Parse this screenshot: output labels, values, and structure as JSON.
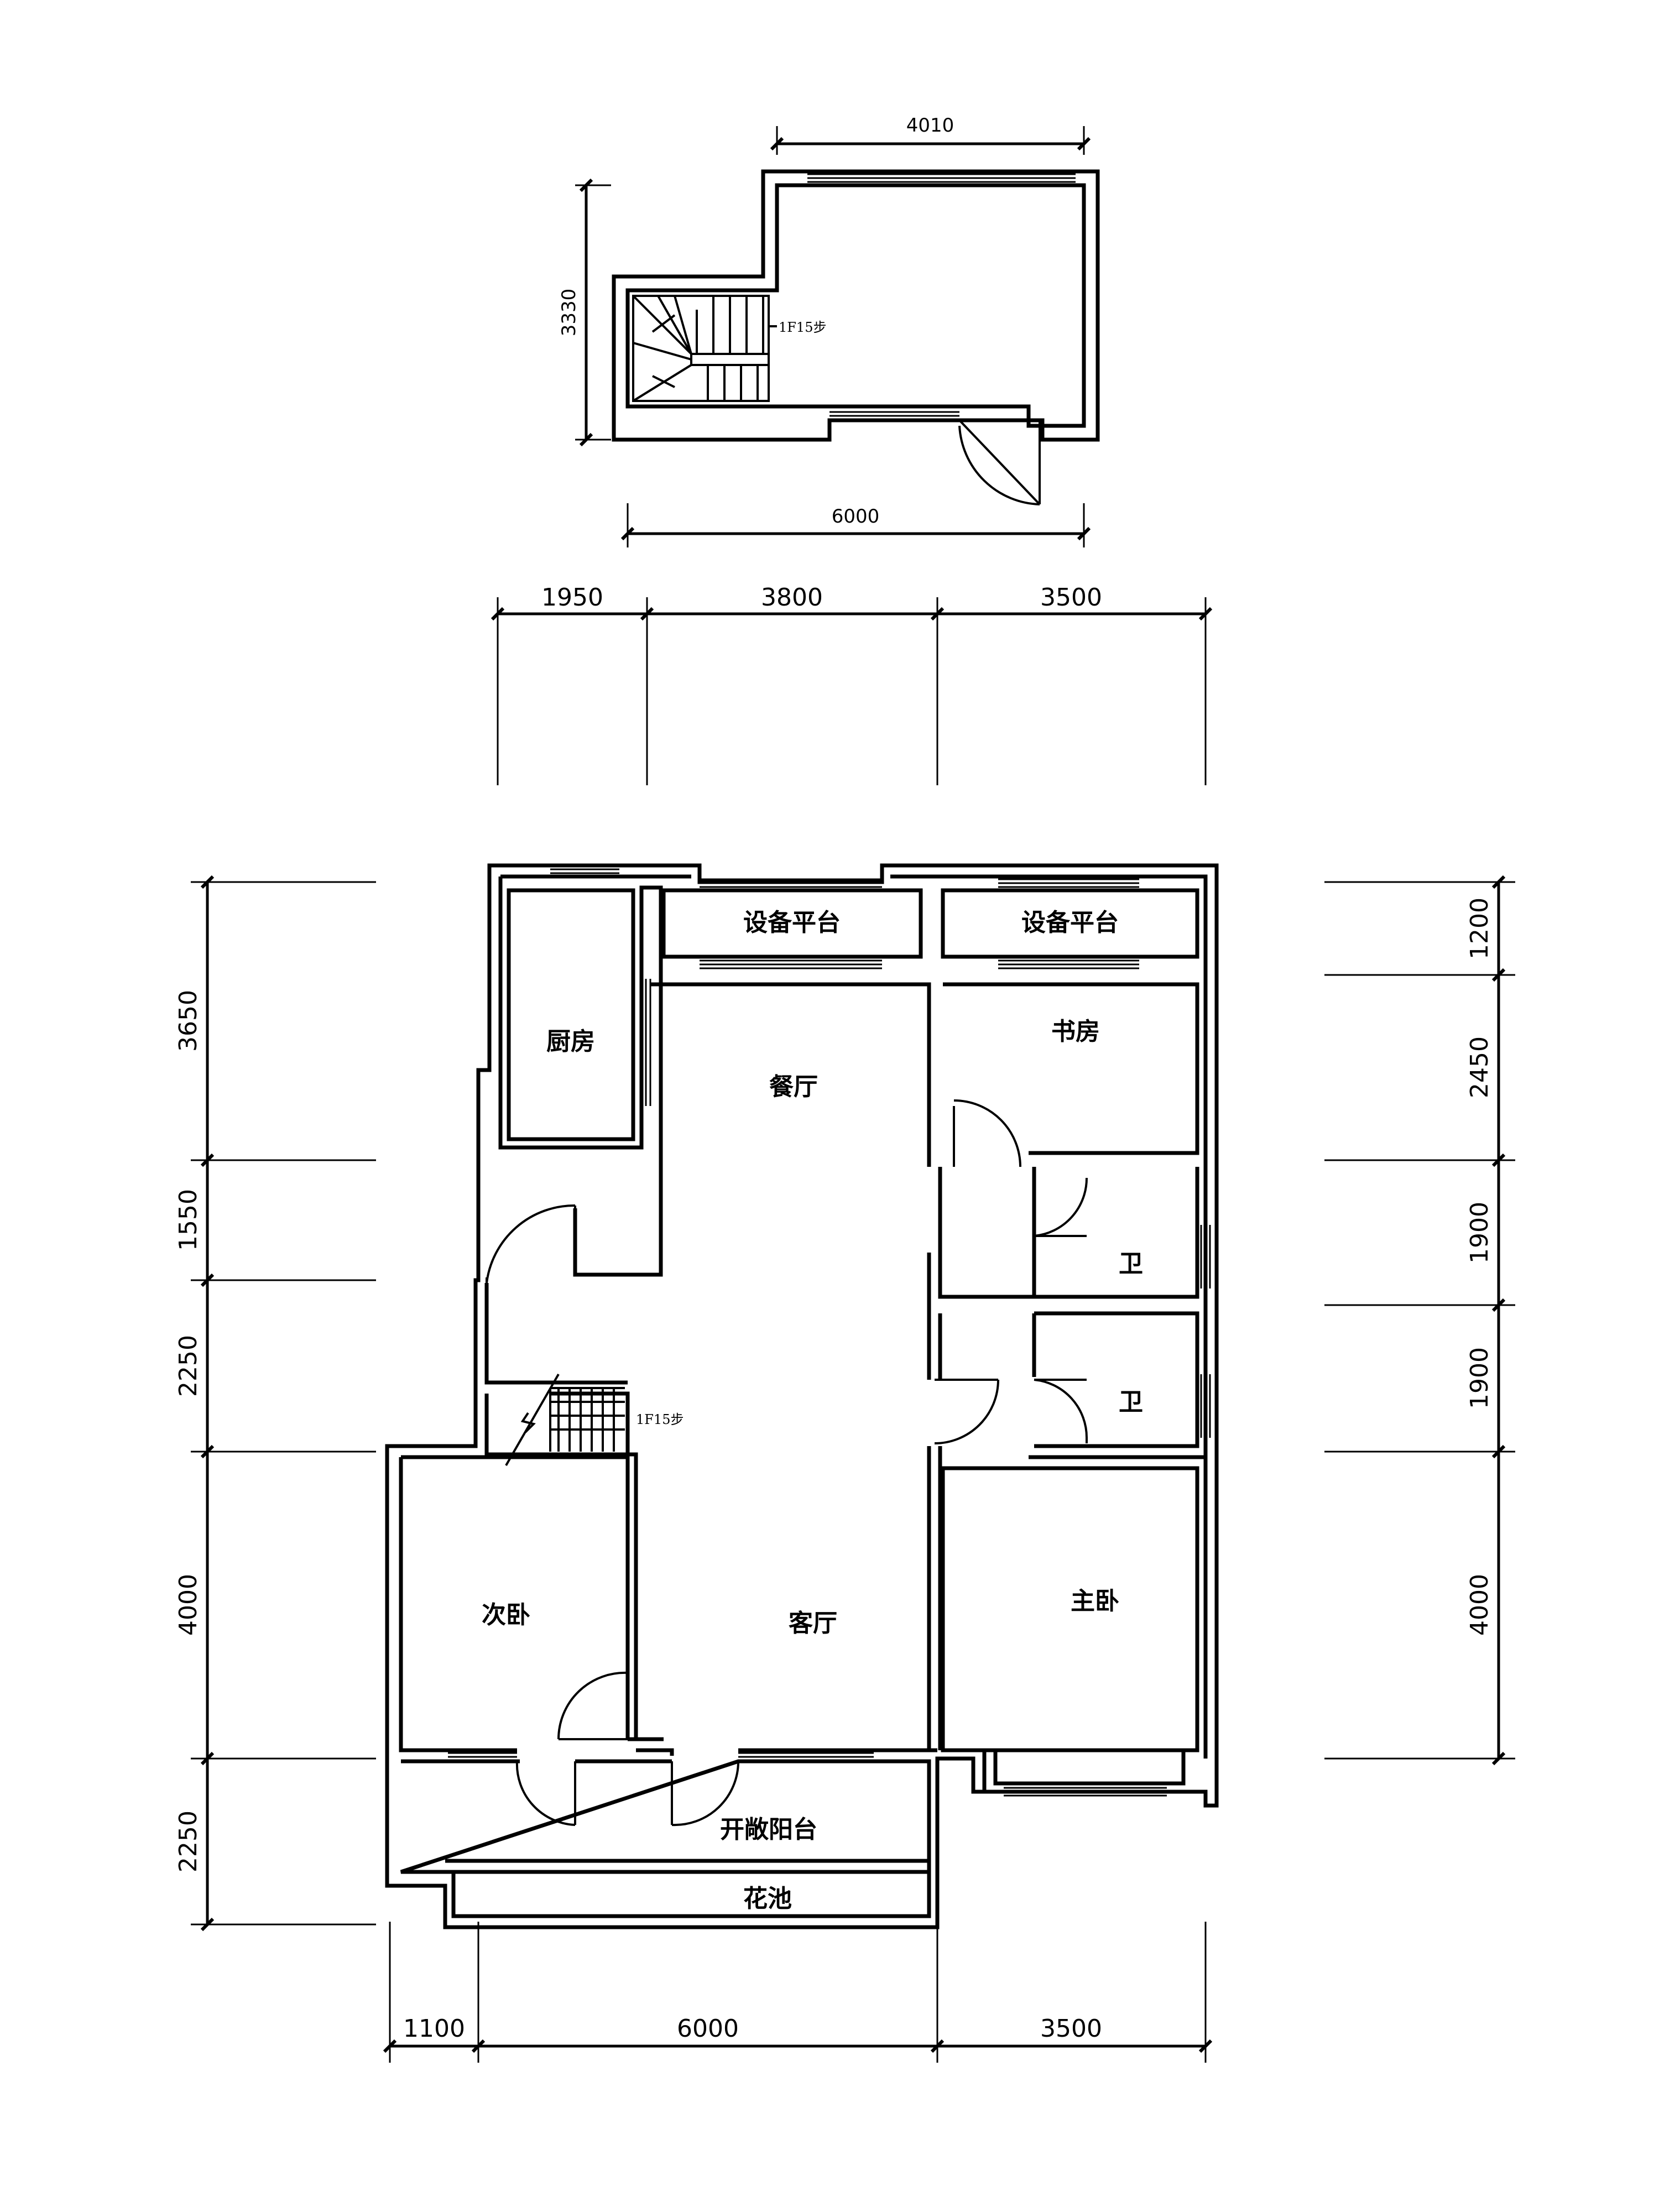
{
  "upper_floor": {
    "dim_top": "4010",
    "dim_bottom": "6000",
    "dim_left": "3330",
    "stair_label": "1F15步"
  },
  "main_floor": {
    "top_dims": [
      "1950",
      "3800",
      "3500"
    ],
    "bottom_dims": [
      "1100",
      "6000",
      "3500"
    ],
    "left_dims": [
      "3650",
      "1550",
      "2250",
      "4000",
      "2250"
    ],
    "right_dims": [
      "1200",
      "2450",
      "1900",
      "1900",
      "4000"
    ],
    "stair_label": "1F15步"
  },
  "rooms": {
    "equipment_platform_1": "设备平台",
    "equipment_platform_2": "设备平台",
    "kitchen": "厨房",
    "dining": "餐厅",
    "study": "书房",
    "bath_1": "卫",
    "bath_2": "卫",
    "secondary_bedroom": "次卧",
    "living": "客厅",
    "master_bedroom": "主卧",
    "open_balcony": "开敞阳台",
    "flower_bed": "花池"
  }
}
